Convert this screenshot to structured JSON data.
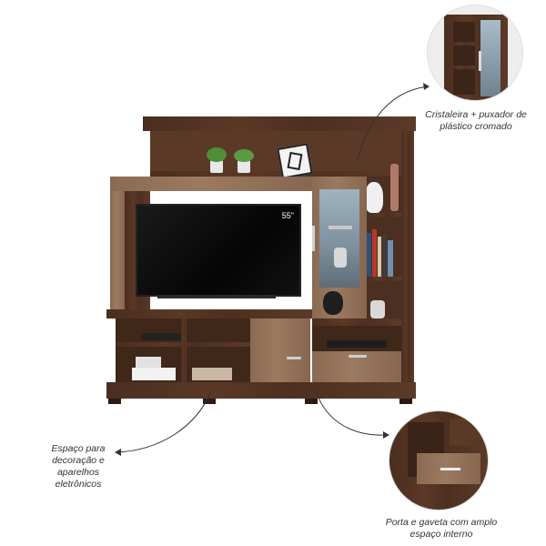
{
  "tv": {
    "size_label": "55\""
  },
  "callouts": {
    "top_right": "Cristaleira + puxador de plástico cromado",
    "left": "Espaço para decoração e aparelhos eletrônicos",
    "bottom_right": "Porta e gaveta com amplo espaço interno"
  },
  "colors": {
    "wood_dark": "#4a2e1f",
    "wood_light": "#9b7a60",
    "background": "#ffffff"
  }
}
